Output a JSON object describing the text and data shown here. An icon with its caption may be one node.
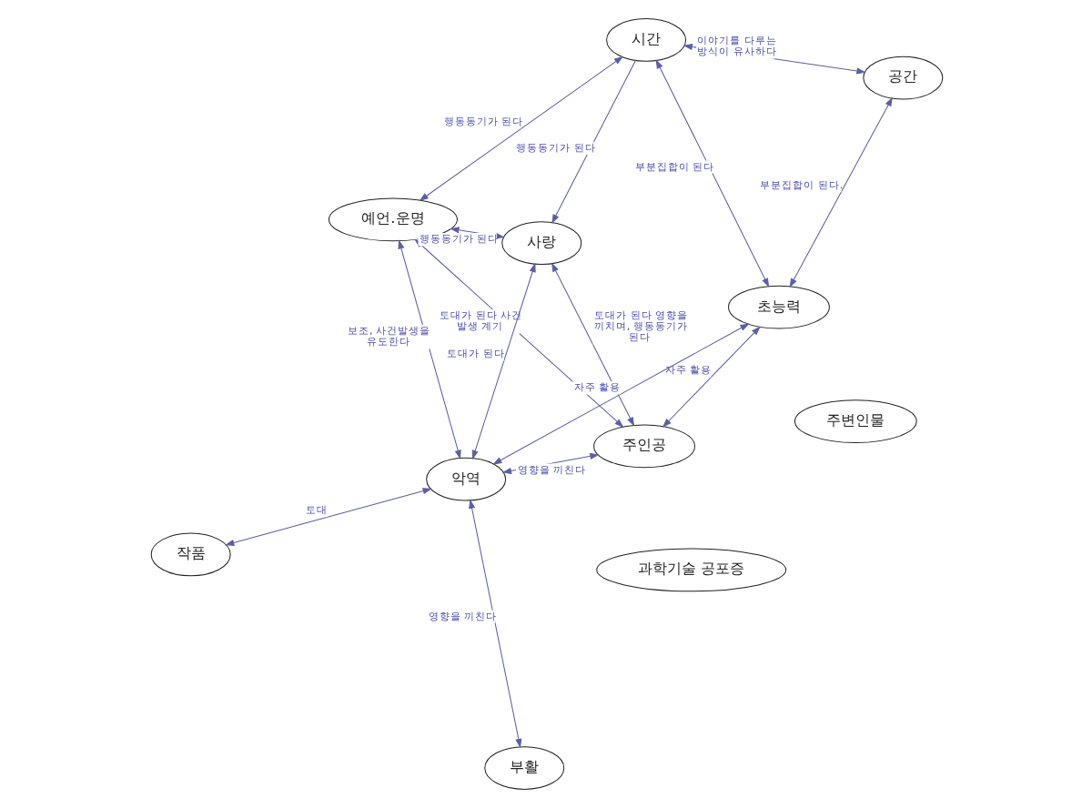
{
  "diagram": {
    "nodes": [
      {
        "text": [
          "과학기술 공포증"
        ]
      },
      {
        "text": [
          "예언.운명"
        ]
      },
      {
        "text": [
          "공간"
        ]
      },
      {
        "text": [
          "부활"
        ]
      },
      {
        "text": [
          "시간"
        ]
      },
      {
        "text": [
          "사랑"
        ]
      },
      {
        "text": [
          "작품"
        ]
      },
      {
        "text": [
          "초능력"
        ]
      },
      {
        "text": [
          "주변인물"
        ]
      },
      {
        "text": [
          "주인공"
        ]
      },
      {
        "text": [
          "악역"
        ]
      }
    ],
    "edges": [
      {
        "from": 5,
        "to": 1,
        "arrow": "both",
        "label": "행동동기가 된다"
      },
      {
        "from": 1,
        "to": 4,
        "arrow": "both",
        "label": "행동동기가 된다"
      },
      {
        "from": 4,
        "to": 5,
        "arrow": "to",
        "label": "행동동기가 된다"
      },
      {
        "from": 2,
        "to": 4,
        "arrow": "both",
        "label": "이야기를 다루는 방식이 유사하다"
      },
      {
        "from": 2,
        "to": 7,
        "arrow": "both",
        "label": "부분집합이 된다."
      },
      {
        "from": 4,
        "to": 7,
        "arrow": "both",
        "label": "부분집합이 된다"
      },
      {
        "from": 1,
        "to": 9,
        "arrow": "both",
        "label": "토대가 된다 사건 발생 계기"
      },
      {
        "from": 1,
        "to": 10,
        "arrow": "both",
        "label": "보조, 사건발생을 유도한다"
      },
      {
        "from": 3,
        "to": 10,
        "arrow": "both",
        "label": "영향을 끼친다"
      },
      {
        "from": 6,
        "to": 10,
        "arrow": "both",
        "label": "토대"
      },
      {
        "from": 5,
        "to": 9,
        "arrow": "both",
        "label": "토대가 된다 영향을 끼치며, 행동동기가 된다"
      },
      {
        "from": 5,
        "to": 10,
        "arrow": "both",
        "label": "토대가 된다"
      },
      {
        "from": 9,
        "to": 10,
        "arrow": "both",
        "label": "영향을 끼친다"
      },
      {
        "from": 9,
        "to": 7,
        "arrow": "both",
        "label": "자주 활용"
      },
      {
        "from": 10,
        "to": 7,
        "arrow": "both",
        "label": "자주 활용"
      }
    ]
  }
}
